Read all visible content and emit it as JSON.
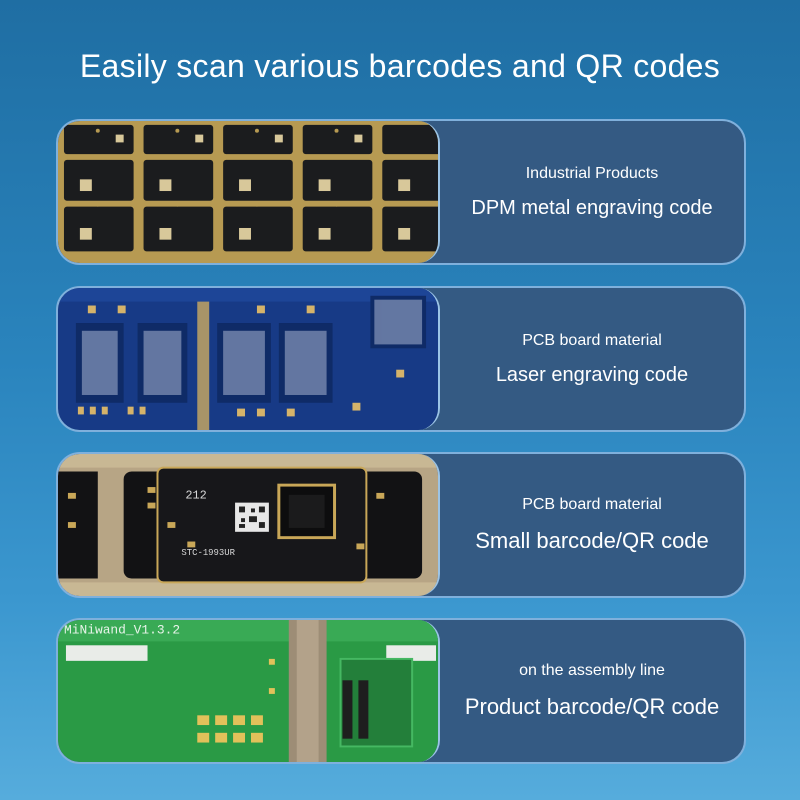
{
  "title": "Easily scan various barcodes and QR codes",
  "cards": [
    {
      "line1": "Industrial Products",
      "line2": "DPM metal engraving code",
      "image": "metal-chip-array-photo"
    },
    {
      "line1": "PCB board material",
      "line2": "Laser engraving code",
      "image": "blue-pcb-photo"
    },
    {
      "line1": "PCB board material",
      "line2": "Small barcode/QR code",
      "image": "black-pcb-photo",
      "chip_text": "STC-1993UR",
      "chip_num": "212"
    },
    {
      "line1": "on the assembly line",
      "line2": "Product barcode/QR code",
      "image": "green-pcb-photo",
      "board_text": "MiNiwand_V1.3.2"
    }
  ]
}
